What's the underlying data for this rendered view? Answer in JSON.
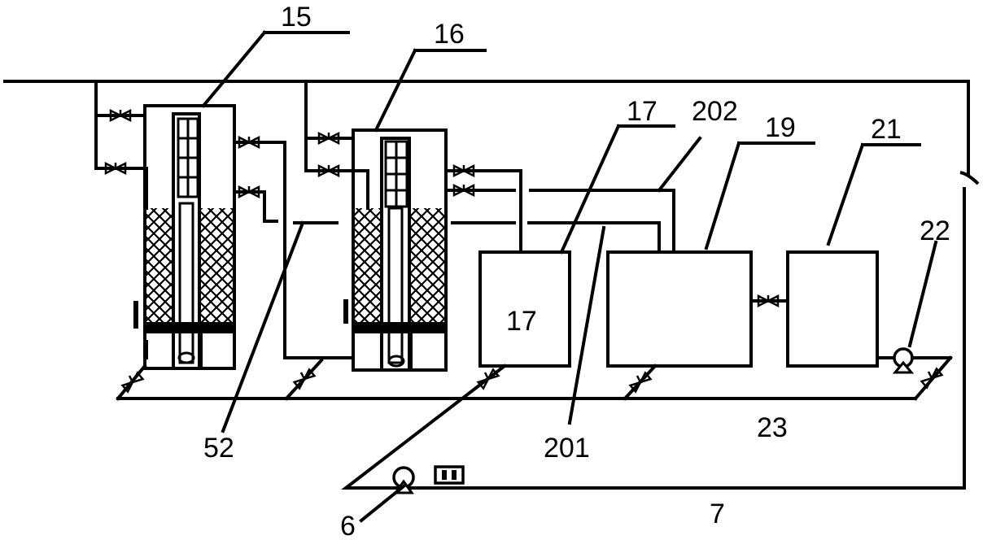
{
  "labels": {
    "l15": "15",
    "l16": "16",
    "l17a": "17",
    "l17b": "17",
    "l202": "202",
    "l19": "19",
    "l21": "21",
    "l22": "22",
    "l52": "52",
    "l201": "201",
    "l23": "23",
    "l6": "6",
    "l7": "7"
  },
  "icons": {
    "valve": "valve-icon",
    "pump": "pump-icon",
    "flowmeter": "flowmeter-icon",
    "arrow": "arrow-icon"
  }
}
